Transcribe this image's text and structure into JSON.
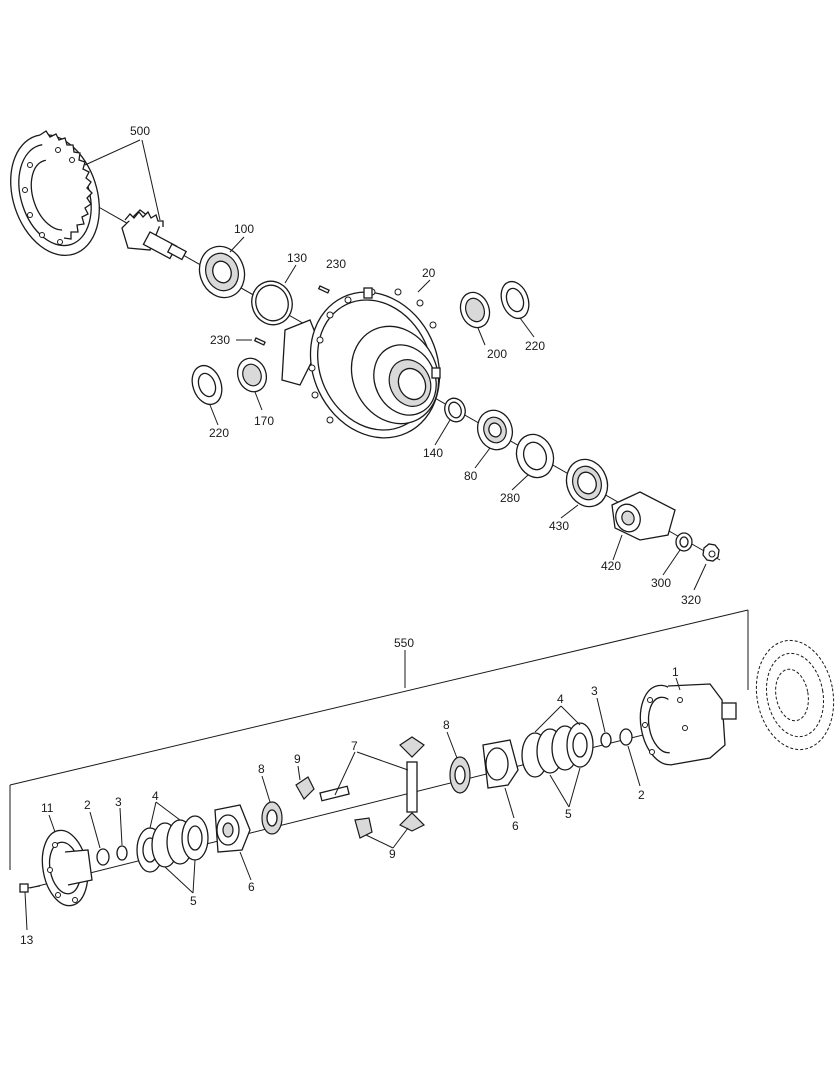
{
  "callouts": {
    "c500": "500",
    "c100": "100",
    "c130": "130",
    "c230a": "230",
    "c20": "20",
    "c230b": "230",
    "c200": "200",
    "c220a": "220",
    "c220b": "220",
    "c170": "170",
    "c140": "140",
    "c80": "80",
    "c280": "280",
    "c430": "430",
    "c420": "420",
    "c300": "300",
    "c320": "320",
    "c550": "550",
    "c1": "1",
    "c11": "11",
    "c2a": "2",
    "c3a": "3",
    "c4a": "4",
    "c5a": "5",
    "c6a": "6",
    "c8a": "8",
    "c9a": "9",
    "c7": "7",
    "c9b": "9",
    "c8b": "8",
    "c6b": "6",
    "c4b": "4",
    "c5b": "5",
    "c3b": "3",
    "c2b": "2",
    "c13": "13"
  }
}
